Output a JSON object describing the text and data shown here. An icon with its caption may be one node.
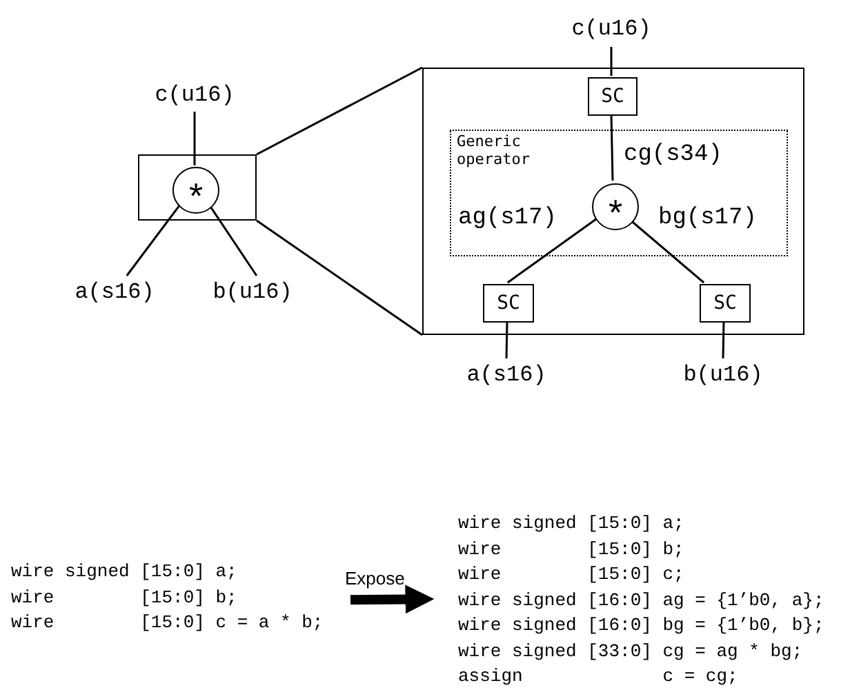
{
  "diagram": {
    "nodes": [
      {
        "text": [],
        "shape": "box"
      },
      {
        "text": [
          "*"
        ],
        "in": 0
      },
      {
        "text": [
          "c(u16)"
        ]
      },
      {
        "text": [
          "a(s16)"
        ]
      },
      {
        "text": [
          "b(u16)"
        ]
      },
      {
        "text": [],
        "shape": "box"
      },
      {
        "text": [
          "SC"
        ],
        "in": 5
      },
      {
        "text": [
          "Generic operator"
        ],
        "in": 5
      },
      {
        "text": [
          "*"
        ],
        "in": 7
      },
      {
        "text": [
          "SC"
        ],
        "in": 5
      },
      {
        "text": [
          "SC"
        ],
        "in": 5
      },
      {
        "text": [
          "c(u16)"
        ]
      },
      {
        "text": [
          "a(s16)"
        ]
      },
      {
        "text": [
          "b(u16)"
        ]
      },
      {
        "text": [
          "wire signed [15:0] a;",
          "wire        [15:0] b;",
          "wire        [15:0] c = a * b;"
        ]
      },
      {
        "text": [
          "wire signed [15:0] a;",
          "wire        [15:0] b;",
          "wire        [15:0] c;",
          "wire signed [16:0] ag = {1’b0, a};",
          "wire signed [16:0] bg = {1’b0, b};",
          "wire signed [33:0] cg = ag * bg;",
          "assign             c = cg;"
        ]
      }
    ],
    "edges": [
      {
        "from": 1,
        "to": 2,
        "arrow": "none"
      },
      {
        "from": 3,
        "to": 1,
        "arrow": "none"
      },
      {
        "from": 4,
        "to": 1,
        "arrow": "none"
      },
      {
        "from": 0,
        "to": 5,
        "arrow": "none"
      },
      {
        "from": 0,
        "to": 5,
        "arrow": "none"
      },
      {
        "from": 6,
        "to": 11,
        "arrow": "none"
      },
      {
        "from": 8,
        "to": 6,
        "arrow": "none",
        "label": "cg(s34)"
      },
      {
        "from": 9,
        "to": 8,
        "arrow": "none",
        "label": "ag(s17)"
      },
      {
        "from": 10,
        "to": 8,
        "arrow": "none",
        "label": "bg(s17)"
      },
      {
        "from": 9,
        "to": 12,
        "arrow": "none"
      },
      {
        "from": 10,
        "to": 13,
        "arrow": "none"
      },
      {
        "from": 14,
        "to": 15,
        "arrow": "to",
        "style": "thick",
        "label": "Expose"
      }
    ]
  }
}
